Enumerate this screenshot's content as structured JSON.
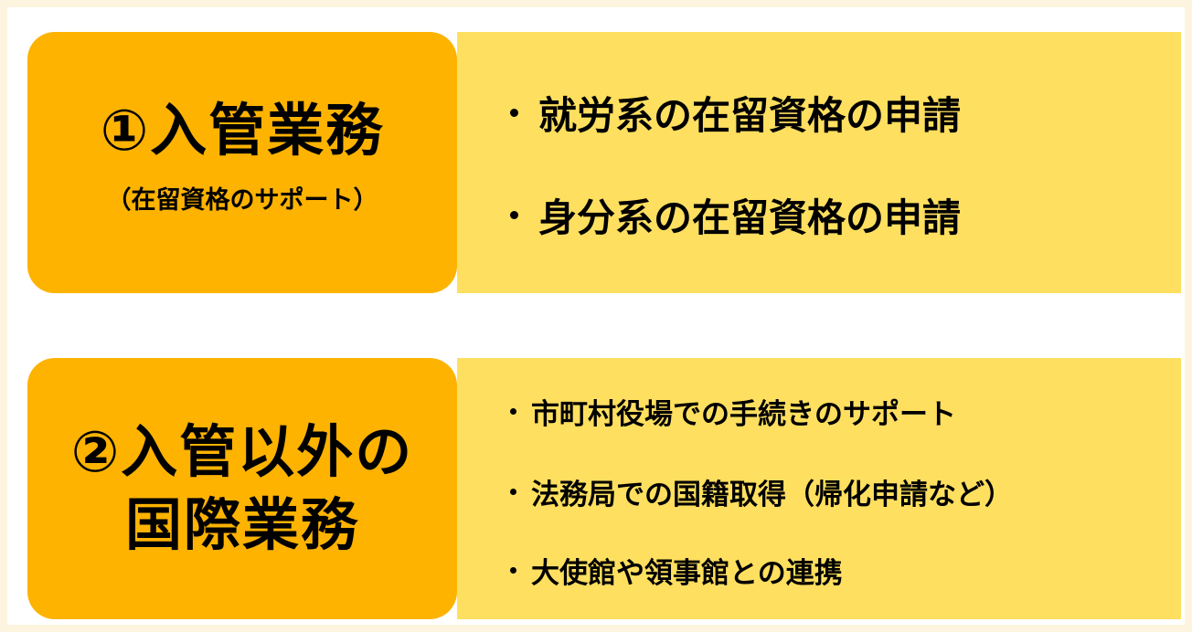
{
  "sections": [
    {
      "title": "①入管業務",
      "subtitle": "（在留資格のサポート）",
      "items": [
        "就労系の在留資格の申請",
        "身分系の在留資格の申請"
      ]
    },
    {
      "title_line1": "②入管以外の",
      "title_line2": "国際業務",
      "items": [
        "市町村役場での手続きのサポート",
        "法務局での国籍取得（帰化申請など）",
        "大使館や領事館との連携"
      ]
    }
  ],
  "colors": {
    "label_bg": "#fdb300",
    "content_bg": "#fedf5f",
    "frame": "#fdf4df"
  }
}
